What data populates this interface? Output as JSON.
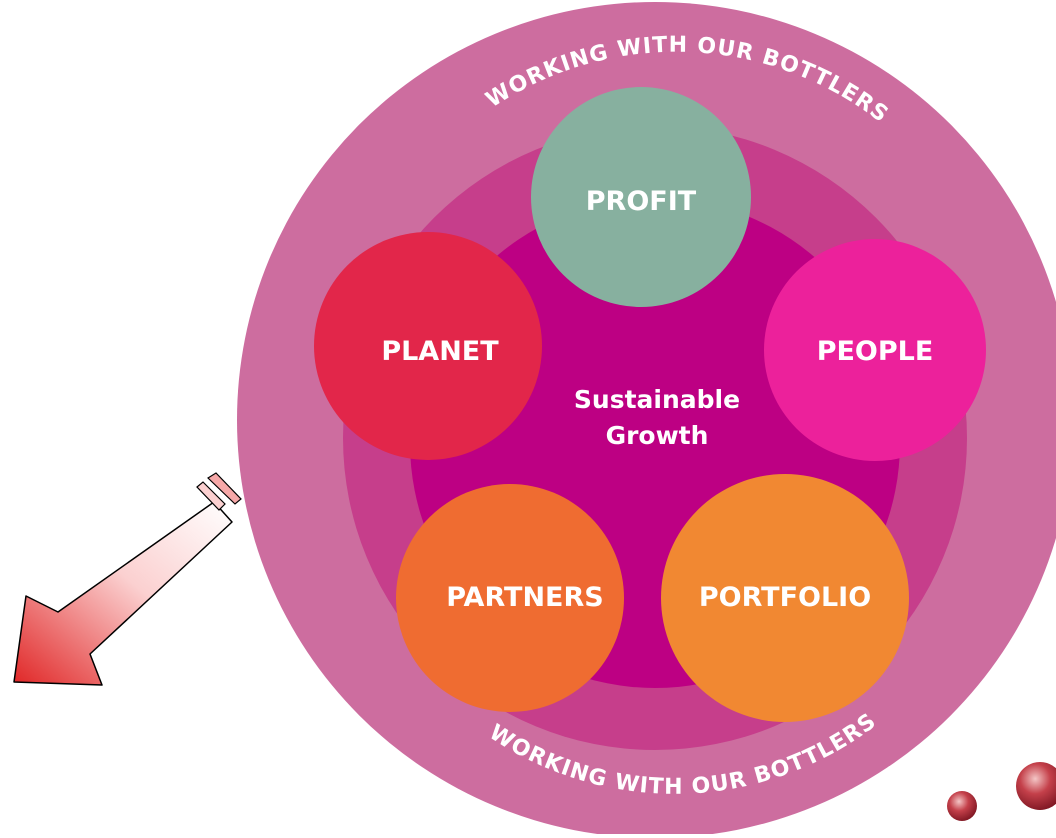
{
  "diagram": {
    "outer_ring_text_top": "WORKING WITH OUR BOTTLERS",
    "outer_ring_text_bottom": "WORKING WITH OUR BOTTLERS",
    "center_text_line1": "Sustainable",
    "center_text_line2": "Growth",
    "nodes": [
      {
        "id": "profit",
        "label": "PROFIT",
        "color": "#87b09f"
      },
      {
        "id": "planet",
        "label": "PLANET",
        "color": "#e2264a"
      },
      {
        "id": "people",
        "label": "PEOPLE",
        "color": "#ec219b"
      },
      {
        "id": "partners",
        "label": "PARTNERS",
        "color": "#ef6c31"
      },
      {
        "id": "portfolio",
        "label": "PORTFOLIO",
        "color": "#f18832"
      }
    ],
    "colors": {
      "outer_ring": "#cd6d9f",
      "middle_ring": "#c63e8b",
      "inner_disc": "#bd0083",
      "arrow_light": "#fbd7d7",
      "arrow_dark": "#e23232"
    },
    "icons": [
      "arrow-down-left-icon",
      "red-orb-icon"
    ]
  }
}
